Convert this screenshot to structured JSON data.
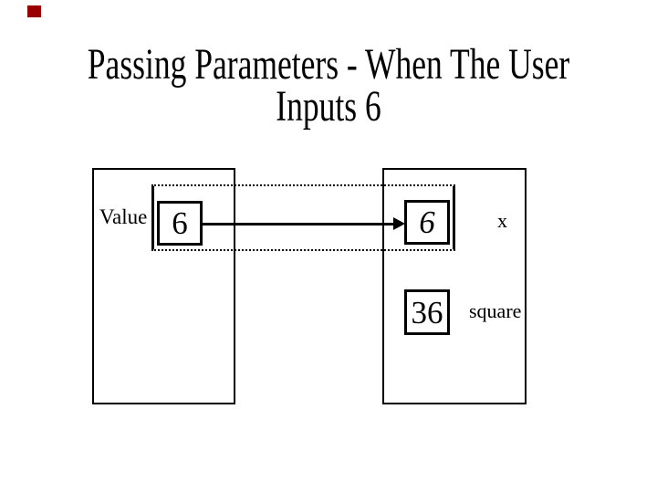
{
  "slide": {
    "title": {
      "line1": "Passing Parameters - When The User",
      "line2": "Inputs 6"
    },
    "marker_color": "#990000",
    "line_color": "#000000",
    "background_color": "#ffffff"
  },
  "diagram": {
    "caller": {
      "label": "Value",
      "value": "6"
    },
    "callee": {
      "param_value": "6",
      "param_name": "x",
      "result_value": "36",
      "result_name": "square"
    }
  }
}
